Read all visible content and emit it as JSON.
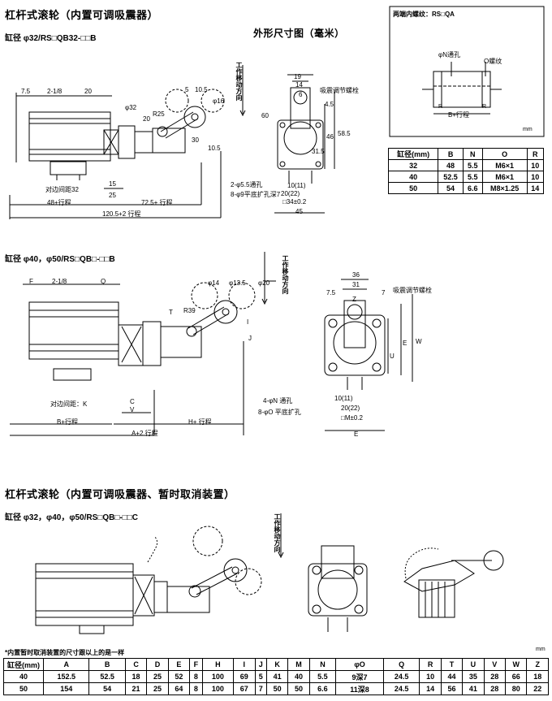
{
  "section1": {
    "title": "杠杆式滚轮（内置可调吸震器）",
    "subtitle": "缸径 φ32/RS□QB32-□□B",
    "drawing_title": "外形尺寸图（毫米）",
    "labels": {
      "d75": "7.5",
      "d2_18": "2-1/8",
      "d20": "20",
      "d5": "5",
      "d105": "10.5",
      "d16": "φ16",
      "d32": "φ32",
      "d20b": "20",
      "r25": "R25",
      "d30": "30",
      "d105b": "10.5",
      "d15": "15",
      "d25": "25",
      "d725": "72.5+ 行程",
      "d48": "48+行程",
      "d1205": "120.5+2 行程",
      "d_cushion": "对边间距32",
      "d19": "19",
      "d14": "14",
      "d6": "6",
      "d45": "4.5",
      "d46": "46",
      "d585": "58.5",
      "d315": "31.5",
      "d60": "60",
      "d10": "10(11)",
      "d20_22": "20(22)",
      "d34": "□34±0.2",
      "d45b": "45",
      "hole1": "2-φ5.5通孔",
      "hole2": "8-φ9平底扩孔深7",
      "adjust": "吸震调节螺栓",
      "workdir": "工作移动方向"
    }
  },
  "thread_box": {
    "title": "两端内螺纹：RS□QA",
    "n_label": "φN通孔",
    "o_label": "O螺纹",
    "b_label": "B+行程",
    "r_label": "R",
    "unit": "mm"
  },
  "thread_table": {
    "headers": [
      "缸径(mm)",
      "B",
      "N",
      "O",
      "R"
    ],
    "rows": [
      [
        "32",
        "48",
        "5.5",
        "M6×1",
        "10"
      ],
      [
        "40",
        "52.5",
        "5.5",
        "M6×1",
        "10"
      ],
      [
        "50",
        "54",
        "6.6",
        "M8×1.25",
        "14"
      ]
    ]
  },
  "section2": {
    "subtitle": "缸径 φ40，φ50/RS□QB□-□□B",
    "labels": {
      "F": "F",
      "d2_18": "2-1/8",
      "Q": "Q",
      "d14": "φ14",
      "d135": "φ13.5",
      "d20": "φ20",
      "T": "T",
      "R39": "R39",
      "I": "I",
      "J": "J",
      "C": "C",
      "V": "V",
      "B": "B+行程",
      "H": "H+ 行程",
      "A": "A+2 行程",
      "cushion": "对边间距：K",
      "d36": "36",
      "d31": "31",
      "d75": "7.5",
      "Z": "Z",
      "d7": "7",
      "U": "U",
      "E": "E",
      "W": "W",
      "d10": "10(11)",
      "d20_22": "20(22)",
      "M": "□M±0.2",
      "E2": "E",
      "hole1": "4-φN 通孔",
      "hole2": "8-φO 平底扩孔",
      "adjust": "吸震调节螺栓",
      "workdir": "工作移动方向"
    }
  },
  "section3": {
    "title": "杠杆式滚轮（内置可调吸震器、暂时取消装置）",
    "subtitle": "缸径 φ32，φ40，φ50/RS□QB□-□□C",
    "note": "*内置暂时取消装置的尺寸跟以上的是一样",
    "unit": "mm",
    "workdir": "工作移动方向"
  },
  "dim_table": {
    "headers": [
      "缸径(mm)",
      "A",
      "B",
      "C",
      "D",
      "E",
      "F",
      "H",
      "I",
      "J",
      "K",
      "M",
      "N",
      "φO",
      "Q",
      "R",
      "T",
      "U",
      "V",
      "W",
      "Z"
    ],
    "rows": [
      [
        "40",
        "152.5",
        "52.5",
        "18",
        "25",
        "52",
        "8",
        "100",
        "69",
        "5",
        "41",
        "40",
        "5.5",
        "9深7",
        "24.5",
        "10",
        "44",
        "35",
        "28",
        "66",
        "18"
      ],
      [
        "50",
        "154",
        "54",
        "21",
        "25",
        "64",
        "8",
        "100",
        "67",
        "7",
        "50",
        "50",
        "6.6",
        "11深8",
        "24.5",
        "14",
        "56",
        "41",
        "28",
        "80",
        "22"
      ]
    ]
  }
}
